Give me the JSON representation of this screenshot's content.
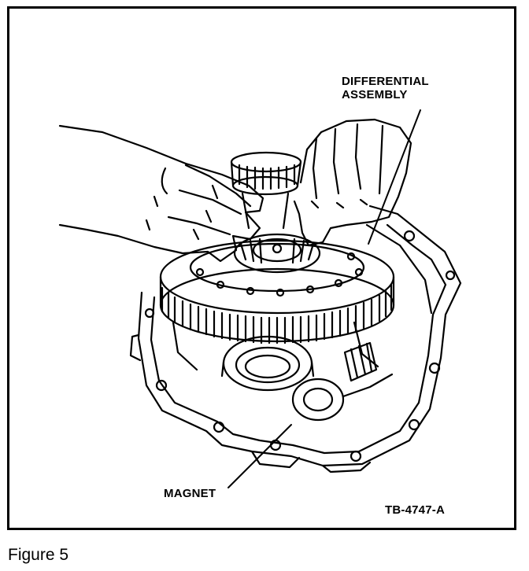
{
  "figure": {
    "caption": "Figure 5",
    "code": "TB-4747-A",
    "labels": {
      "differential_line1": "DIFFERENTIAL",
      "differential_line2": "ASSEMBLY",
      "magnet": "MAGNET"
    }
  },
  "colors": {
    "ink": "#000000",
    "paper": "#ffffff"
  }
}
